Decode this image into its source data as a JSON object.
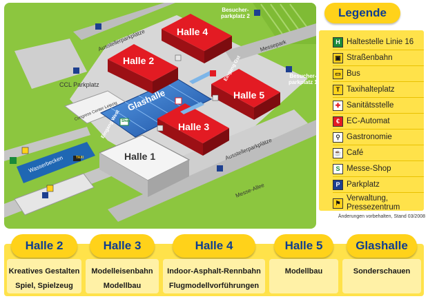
{
  "map": {
    "halls": {
      "halle4": "Halle 4",
      "halle2": "Halle 2",
      "halle5": "Halle 5",
      "halle3": "Halle 3",
      "halle1": "Halle 1",
      "glashalle": "Glashalle"
    },
    "labels": {
      "besucher2_line1": "Besucher-",
      "besucher2_line2": "parkplatz 2",
      "besucher1_line1": "Besucher-",
      "besucher1_line2": "parkplatz 1",
      "ausstellerparkplaetze_top": "Ausstellerparkplätze",
      "ausstellerparkplaetze_bottom": "Ausstellerparkplätze",
      "messepark": "Messepark",
      "ccl_parkplatz": "CCL Parkplatz",
      "congress_center": "Congress Center Leipzig",
      "eingang_west": "Eingang West",
      "eingang_ost": "Eingang Ost",
      "wasserbecken": "Wasserbecken",
      "messe_allee": "Messe-Allee",
      "shop": "Shop",
      "taxi": "TAXI"
    },
    "colors": {
      "grass": "#8cc63f",
      "road": "#c9c9c9",
      "hall_red": "#e31b23",
      "glass_blue": "#2f6fc7",
      "water": "#1f67b3",
      "legend_yellow": "#ffe24a",
      "title_blue": "#0e3d91"
    }
  },
  "legend": {
    "title": "Legende",
    "items": [
      {
        "icon": "tram-stop-16-icon",
        "glyph": "H",
        "label": "Haltestelle Linie 16"
      },
      {
        "icon": "tram-icon",
        "glyph": "▣",
        "label": "Straßenbahn"
      },
      {
        "icon": "bus-icon",
        "glyph": "▭",
        "label": "Bus"
      },
      {
        "icon": "taxi-icon",
        "glyph": "T",
        "label": "Taxihalteplatz"
      },
      {
        "icon": "first-aid-icon",
        "glyph": "✚",
        "label": "Sanitätsstelle"
      },
      {
        "icon": "atm-icon",
        "glyph": "€",
        "label": "EC-Automat"
      },
      {
        "icon": "restaurant-icon",
        "glyph": "⚲",
        "label": "Gastronomie"
      },
      {
        "icon": "cafe-icon",
        "glyph": "☕",
        "label": "Café"
      },
      {
        "icon": "shop-icon",
        "glyph": "S",
        "label": "Messe-Shop"
      },
      {
        "icon": "parking-icon",
        "glyph": "P",
        "label": "Parkplatz"
      },
      {
        "icon": "administration-icon",
        "glyph": "⚑",
        "label": "Verwaltung,",
        "label2": "Pressezentrum"
      }
    ],
    "note": "Änderungen vorbehalten, Stand 03/2008"
  },
  "halls_info": [
    {
      "name": "Halle 2",
      "lines": [
        "Kreatives Gestalten",
        "Spiel, Spielzeug"
      ]
    },
    {
      "name": "Halle 3",
      "lines": [
        "Modelleisenbahn",
        "Modellbau"
      ]
    },
    {
      "name": "Halle 4",
      "lines": [
        "Indoor-Asphalt-Rennbahn",
        "Flugmodellvorführungen"
      ]
    },
    {
      "name": "Halle 5",
      "lines": [
        "Modellbau"
      ]
    },
    {
      "name": "Glashalle",
      "lines": [
        "Sonderschauen"
      ]
    }
  ]
}
